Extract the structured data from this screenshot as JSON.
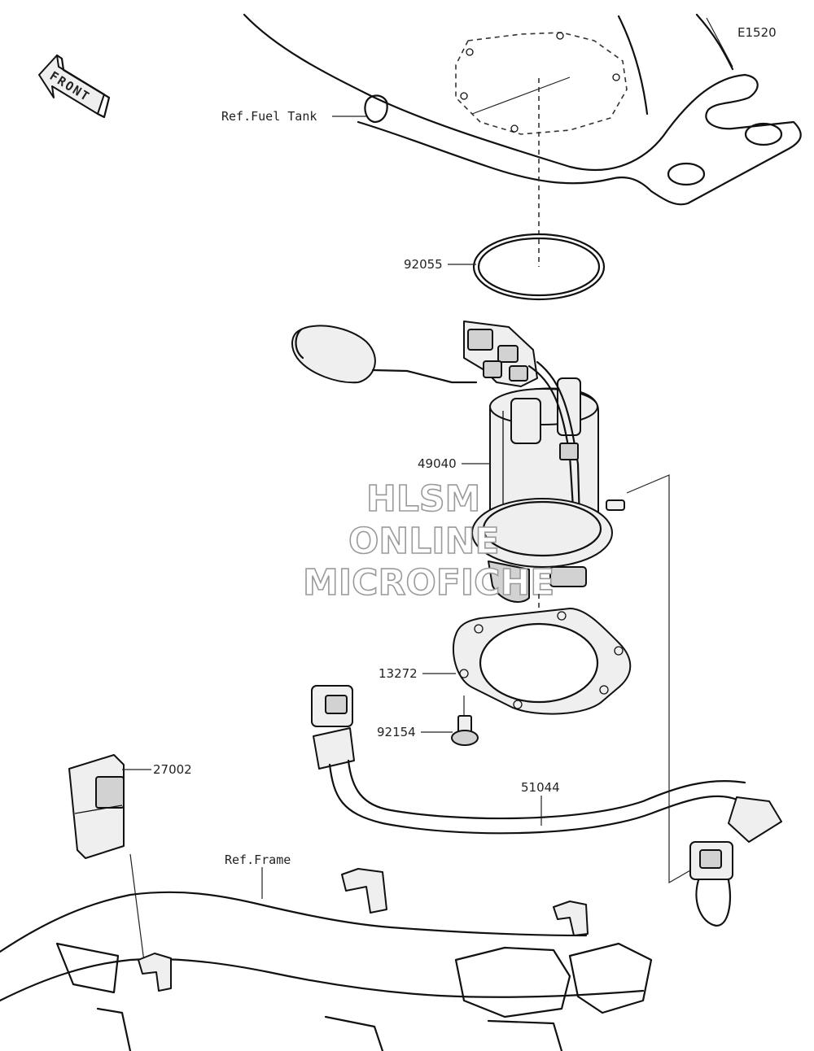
{
  "diagram_code": "E1520",
  "front_arrow": {
    "label": "FRONT"
  },
  "references": {
    "fuel_tank": "Ref.Fuel Tank",
    "frame": "Ref.Frame"
  },
  "parts": [
    {
      "number": "92055"
    },
    {
      "number": "49040"
    },
    {
      "number": "13272"
    },
    {
      "number": "92154"
    },
    {
      "number": "27002"
    },
    {
      "number": "51044"
    }
  ],
  "watermark": {
    "line1": "HLSM",
    "line2": "ONLINE",
    "line3": "MICROFICHE"
  }
}
